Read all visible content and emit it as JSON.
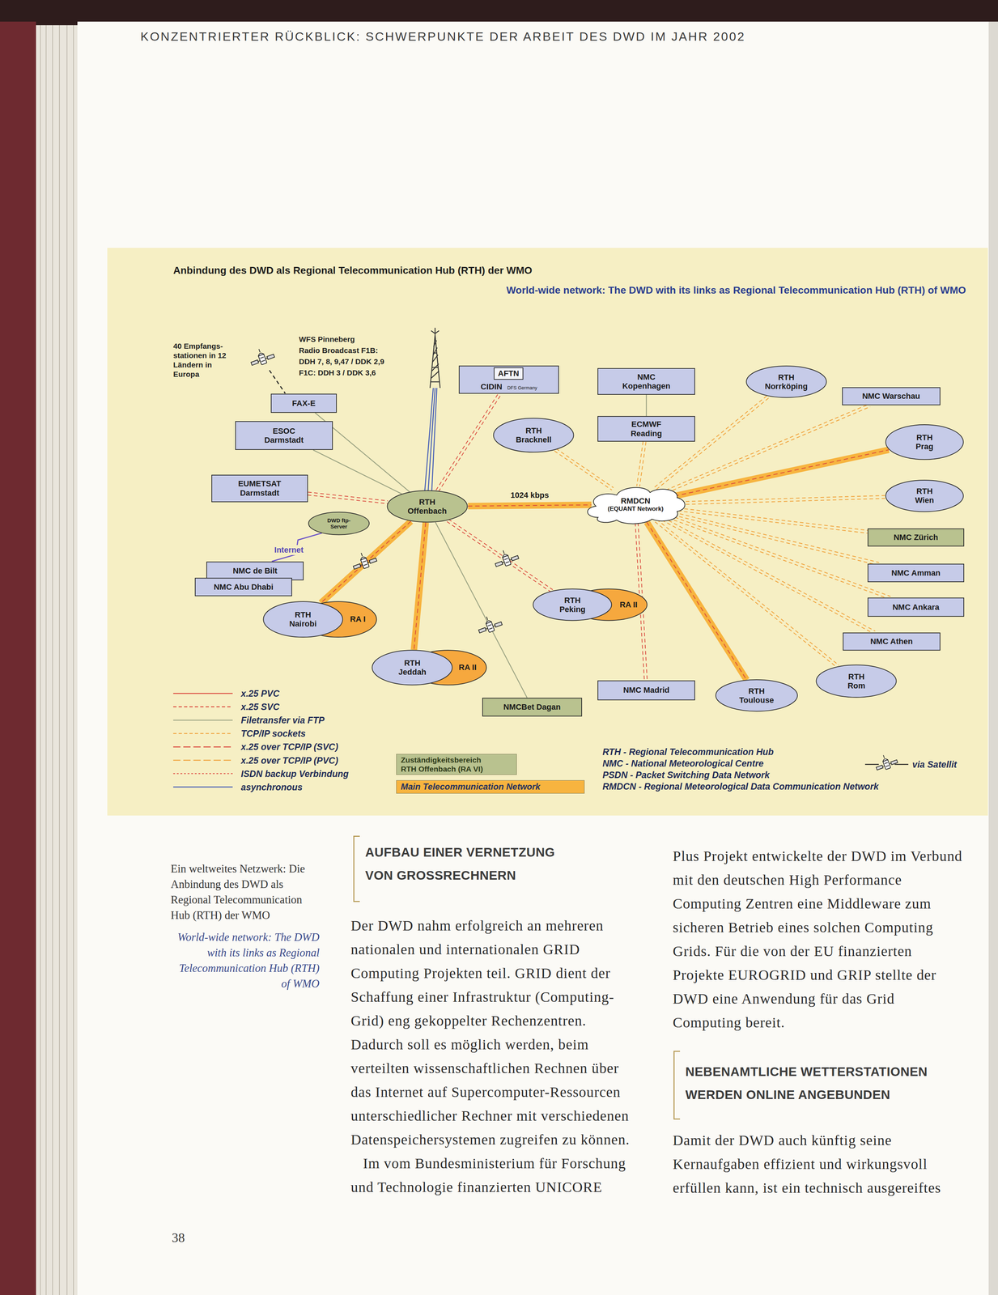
{
  "diagram": {
    "title": "Anbindung des DWD als Regional Telecommunication Hub (RTH) der WMO",
    "caption": "Ein weltweites Netzwerk: Die Anbindung des DWD als Regional Telecommunication Hub (RTH) der WMO",
    "nodes": [
      {
        "text": [
          "FAX-E"
        ]
      },
      {
        "text": [
          "ESOC Darmstadt"
        ]
      },
      {
        "text": [
          "EUMETSAT Darmstadt"
        ]
      },
      {
        "text": [
          "DWD ftp-Server"
        ]
      },
      {
        "text": [
          "NMC de Bilt"
        ]
      },
      {
        "text": [
          "NMC Abu Dhabi"
        ]
      },
      {
        "text": [
          "RTH Offenbach"
        ]
      },
      {
        "text": [
          "CIDIN",
          "DFS Germany"
        ]
      },
      {
        "text": [
          "AFTN"
        ],
        "in": 7
      },
      {
        "text": [
          "RTH Bracknell"
        ]
      },
      {
        "text": [
          "NMC Kopenhagen"
        ]
      },
      {
        "text": [
          "ECMWF Reading"
        ]
      },
      {
        "text": [
          "RMDCN",
          "(EQUANT Network)"
        ]
      },
      {
        "text": [
          "RTH Norrköping"
        ]
      },
      {
        "text": [
          "NMC Warschau"
        ]
      },
      {
        "text": [
          "RTH Prag"
        ]
      },
      {
        "text": [
          "RTH Wien"
        ]
      },
      {
        "text": [
          "NMC Zürich"
        ]
      },
      {
        "text": [
          "NMC Amman"
        ]
      },
      {
        "text": [
          "NMC Ankara"
        ]
      },
      {
        "text": [
          "NMC Athen"
        ]
      },
      {
        "text": [
          "RTH Rom"
        ]
      },
      {
        "text": [
          "RTH Toulouse"
        ]
      },
      {
        "text": [
          "NMC Madrid"
        ]
      },
      {
        "text": [
          "NMCBet Dagan"
        ]
      },
      {
        "text": [
          "RA II"
        ]
      },
      {
        "text": [
          "RTH Peking"
        ]
      },
      {
        "text": [
          "RA I"
        ]
      },
      {
        "text": [
          "RTH Nairobi"
        ]
      },
      {
        "text": [
          "RA II"
        ]
      },
      {
        "text": [
          "RTH Jeddah"
        ]
      }
    ],
    "edges": [
      {
        "from": 0,
        "to": 6,
        "arrow": "none"
      },
      {
        "from": 1,
        "to": 6,
        "arrow": "none"
      },
      {
        "from": 2,
        "to": 6,
        "arrow": "none"
      },
      {
        "from": 3,
        "to": 4,
        "label": "Internet",
        "arrow": "none"
      },
      {
        "from": 6,
        "to": 7,
        "arrow": "none"
      },
      {
        "from": 6,
        "to": 12,
        "label": "1024 kbps",
        "arrow": "none"
      },
      {
        "from": 6,
        "to": 28,
        "arrow": "none"
      },
      {
        "from": 6,
        "to": 30,
        "arrow": "none"
      },
      {
        "from": 6,
        "to": 26,
        "arrow": "none"
      },
      {
        "from": 6,
        "to": 24,
        "arrow": "none"
      },
      {
        "from": 9,
        "to": 12,
        "arrow": "none"
      },
      {
        "from": 10,
        "to": 11,
        "arrow": "none"
      },
      {
        "from": 11,
        "to": 12,
        "arrow": "none"
      },
      {
        "from": 12,
        "to": 13,
        "arrow": "none"
      },
      {
        "from": 12,
        "to": 14,
        "arrow": "none"
      },
      {
        "from": 12,
        "to": 15,
        "arrow": "none"
      },
      {
        "from": 12,
        "to": 16,
        "arrow": "none"
      },
      {
        "from": 12,
        "to": 17,
        "arrow": "none"
      },
      {
        "from": 12,
        "to": 18,
        "arrow": "none"
      },
      {
        "from": 12,
        "to": 19,
        "arrow": "none"
      },
      {
        "from": 12,
        "to": 20,
        "arrow": "none"
      },
      {
        "from": 12,
        "to": 21,
        "arrow": "none"
      },
      {
        "from": 12,
        "to": 22,
        "arrow": "none"
      },
      {
        "from": 12,
        "to": 23,
        "arrow": "none"
      }
    ],
    "labels": [
      "KONZENTRIERTER RÜCKBLICK: SCHWERPUNKTE DER ARBEIT DES DWD IM JAHR 2002",
      "World-wide network: The DWD with its links as Regional Telecommunication Hub (RTH) of WMO",
      "40 Empfangs-stationen in 12 Ländern in Europa",
      "WFS Pinneberg",
      "Radio Broadcast F1B:",
      "DDH 7, 8, 9,47 / DDK 2,9",
      "F1C: DDH 3 / DDK 3,6",
      "RTH - Regional Telecommunication Hub",
      "NMC - National Meteorological Centre",
      "PSDN - Packet Switching Data Network",
      "RMDCN - Regional Meteorological Data Communication Network",
      "World-wide network: The DWD with its links as Regional Telecommunication Hub (RTH) of WMO",
      "AUFBAU EINER VERNETZUNG VON GROSSRECHNERN",
      "Der DWD nahm erfolgreich an mehreren nationalen und internationalen GRID Computing Projekten teil. GRID dient der Schaffung einer Infrastruktur (Computing-Grid) eng gekoppelter Rechenzentren. Dadurch soll es möglich werden, beim verteilten wissenschaftlichen Rechnen über das Internet auf Supercomputer-Ressourcen unterschiedlicher Rechner mit verschiedenen Datenspeichersystemen zugreifen zu können.",
      "Im vom Bundesministerium für Forschung und Technologie finanzierten UNICORE",
      "Plus Projekt entwickelte der DWD im Verbund mit den deutschen High Performance Computing Zentren eine Middleware zum sicheren Betrieb eines solchen Computing Grids. Für die von der EU finanzierten Projekte EUROGRID und GRIP stellte der DWD eine Anwendung für das Grid Computing bereit.",
      "NEBENAMTLICHE WETTERSTATIONEN WERDEN ONLINE ANGEBUNDEN",
      "Damit der DWD auch künftig seine Kernaufgaben effizient und wirkungsvoll erfüllen kann, ist ein technisch ausgereiftes",
      "38"
    ],
    "legend": [
      {
        "text": "x.25 PVC"
      },
      {
        "text": "x.25 SVC"
      },
      {
        "text": "Filetransfer via FTP"
      },
      {
        "text": "TCP/IP sockets"
      },
      {
        "text": "x.25 over TCP/IP (SVC)"
      },
      {
        "text": "x.25 over TCP/IP (PVC)"
      },
      {
        "text": "ISDN backup Verbindung"
      },
      {
        "text": "asynchronous"
      },
      {
        "text": "Zuständigkeitsbereich RTH Offenbach (RA VI)",
        "color": "#b9c28f"
      },
      {
        "text": "Main Telecommunication Network",
        "color": "#f7b43f"
      },
      {
        "text": "via Satellit"
      }
    ]
  }
}
